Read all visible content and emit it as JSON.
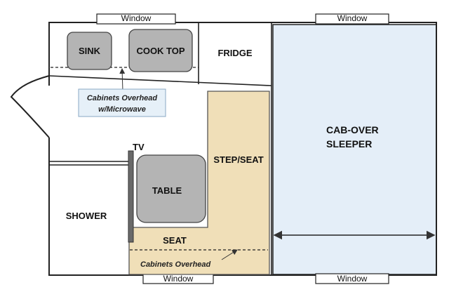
{
  "colors": {
    "wall": "#222222",
    "sleeper_fill": "#e4eef8",
    "appliance_fill": "#b4b4b4",
    "seat_fill": "#f0dfb8",
    "callout_fill": "#e6f0f8",
    "callout_border": "#8aa8c4"
  },
  "windows": {
    "top_left": "Window",
    "top_right": "Window",
    "bottom_left": "Window",
    "bottom_right": "Window"
  },
  "rooms": {
    "sink": "SINK",
    "cook_top": "COOK TOP",
    "fridge": "FRIDGE",
    "sleeper_line1": "CAB-OVER",
    "sleeper_line2": "SLEEPER",
    "step_seat": "STEP/SEAT",
    "tv": "TV",
    "table": "TABLE",
    "shower": "SHOWER",
    "seat": "SEAT"
  },
  "callouts": {
    "cabinets_microwave_line1": "Cabinets Overhead",
    "cabinets_microwave_line2": "w/Microwave",
    "cabinets_overhead": "Cabinets Overhead"
  }
}
